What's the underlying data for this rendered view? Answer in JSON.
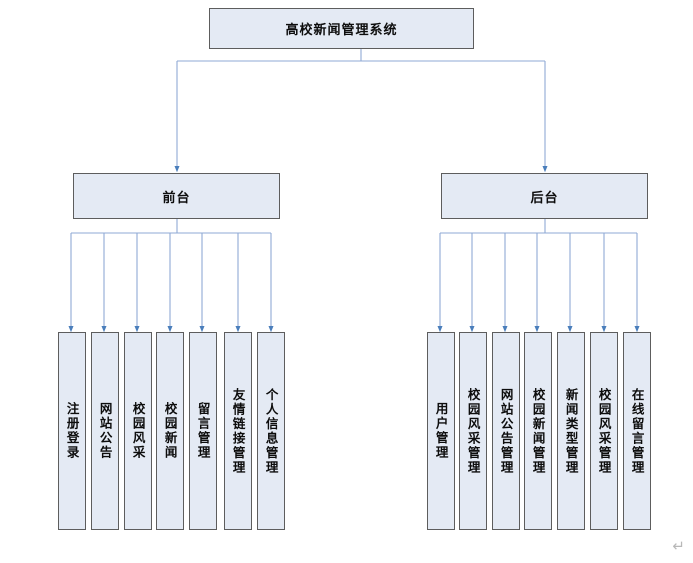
{
  "diagram": {
    "title": "高校新闻管理系统",
    "root": {
      "label": "高校新闻管理系统"
    },
    "branches": [
      {
        "label": "前台",
        "children": [
          {
            "label": "注册登录"
          },
          {
            "label": "网站公告"
          },
          {
            "label": "校园风采"
          },
          {
            "label": "校园新闻"
          },
          {
            "label": "留言管理"
          },
          {
            "label": "友情链接管理"
          },
          {
            "label": "个人信息管理"
          }
        ]
      },
      {
        "label": "后台",
        "children": [
          {
            "label": "用户管理"
          },
          {
            "label": "校园风采管理"
          },
          {
            "label": "网站公告管理"
          },
          {
            "label": "校园新闻管理"
          },
          {
            "label": "新闻类型管理"
          },
          {
            "label": "校园风采管理"
          },
          {
            "label": "在线留言管理"
          }
        ]
      }
    ],
    "paragraph_mark": "↵",
    "colors": {
      "node_fill": "#e4eaf4",
      "node_border": "#5d5d5d",
      "connector": "#8faad4",
      "arrow": "#4a7ebb",
      "text": "#0d0d0d",
      "paragraph_mark": "#b8b8b8",
      "background": "#ffffff"
    }
  }
}
